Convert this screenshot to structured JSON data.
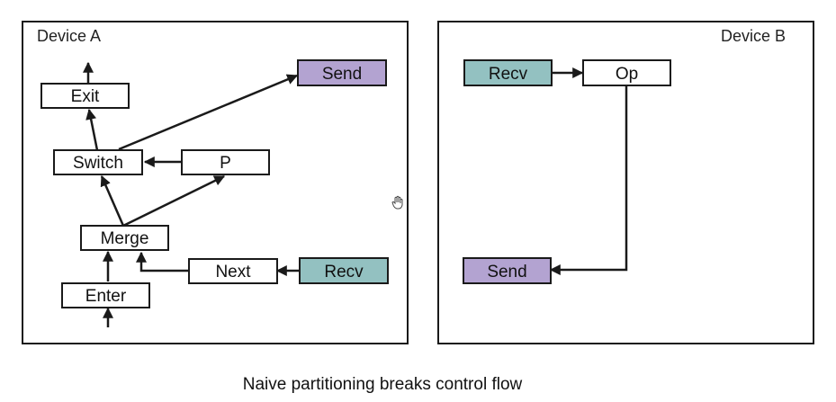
{
  "caption": "Naive partitioning breaks control flow",
  "colors": {
    "send": "#b3a3d1",
    "recv": "#93c1c1",
    "plain": "#ffffff",
    "stroke": "#1a1a1a"
  },
  "device_a": {
    "title": "Device A",
    "nodes": {
      "exit": "Exit",
      "switch": "Switch",
      "p": "P",
      "send": "Send",
      "merge": "Merge",
      "next": "Next",
      "recv": "Recv",
      "enter": "Enter"
    }
  },
  "device_b": {
    "title": "Device B",
    "nodes": {
      "recv": "Recv",
      "op": "Op",
      "send": "Send"
    }
  },
  "cursor_icon": "hand-pointer-icon"
}
